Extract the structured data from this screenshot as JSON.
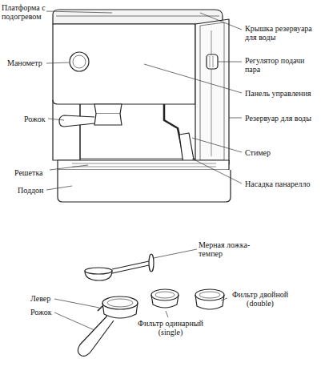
{
  "diagram": {
    "labels": [
      "Платформа с подогревом",
      "Манометр",
      "Рожок",
      "Решетка",
      "Поддон",
      "Крышка резервуара для воды",
      "Регулятор подачи пара",
      "Панель управления",
      "Резервуар для воды",
      "Стимер",
      "Насадка панарелло",
      "Мерная ложка-темпер",
      "Левер",
      "Рожок",
      "Фильтр одинарный (single)",
      "Фильтр двойной (double)"
    ]
  }
}
